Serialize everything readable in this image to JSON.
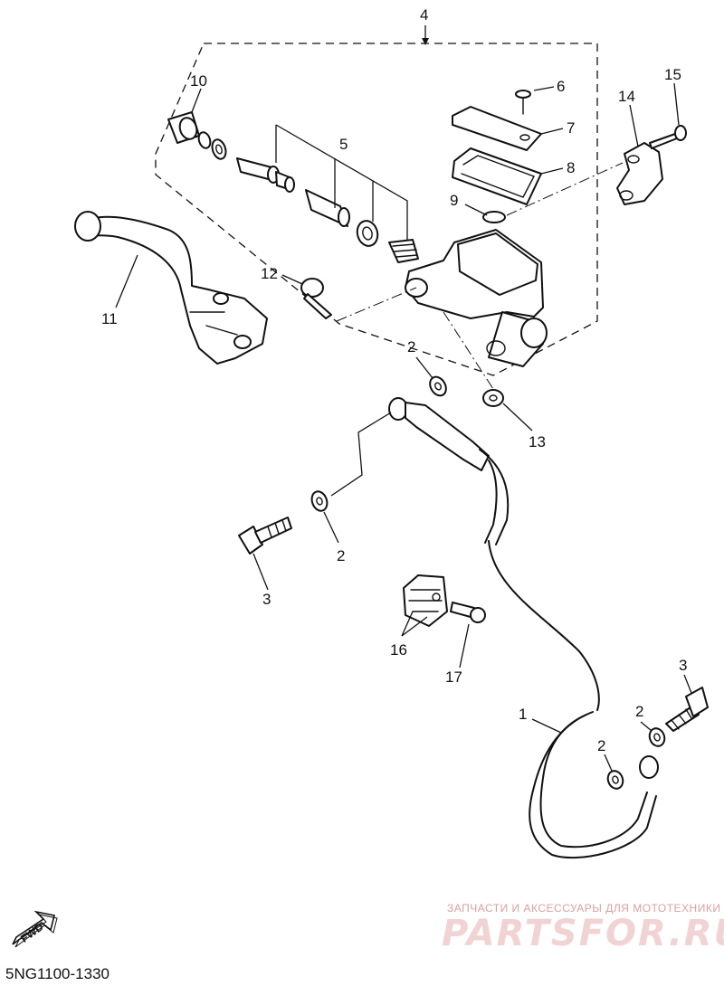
{
  "diagram": {
    "labels": {
      "p1": "1",
      "p2a": "2",
      "p2b": "2",
      "p2c": "2",
      "p2d": "2",
      "p3a": "3",
      "p3b": "3",
      "p4": "4",
      "p5": "5",
      "p6": "6",
      "p7": "7",
      "p8": "8",
      "p9": "9",
      "p10": "10",
      "p11": "11",
      "p12": "12",
      "p13": "13",
      "p14": "14",
      "p15": "15",
      "p16": "16",
      "p17": "17"
    },
    "diagram_code": "5NG1100-1330",
    "fwd_label": "FWD"
  },
  "watermark": {
    "line1": "ЗАПЧАСТИ И АКСЕССУАРЫ ДЛЯ МОТОТЕХНИКИ",
    "line2": "PARTSFOR.RU"
  }
}
